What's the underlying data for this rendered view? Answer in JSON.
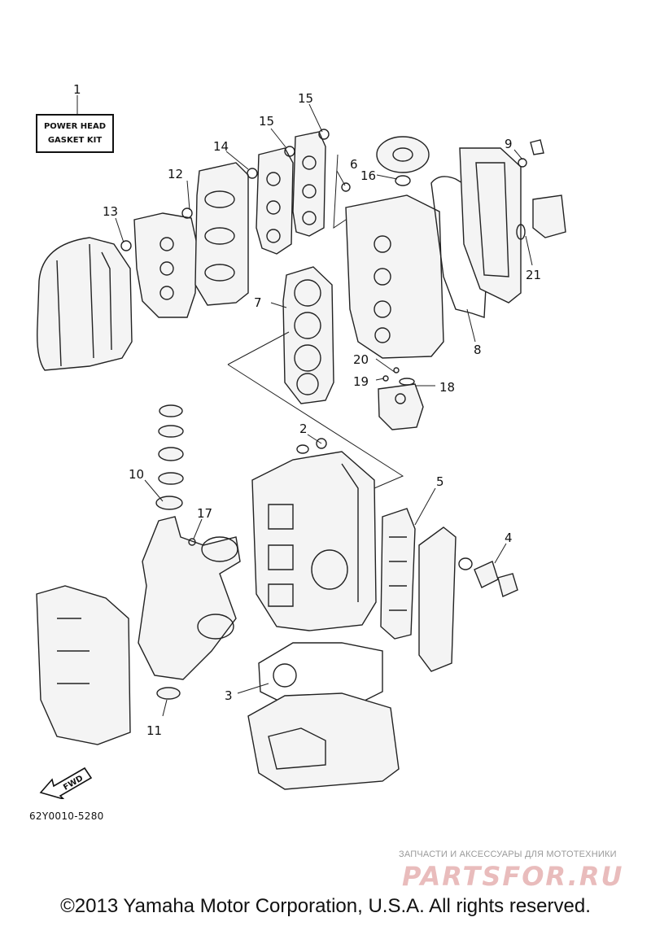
{
  "kit_box": {
    "line1": "POWER HEAD",
    "line2": "GASKET KIT"
  },
  "callouts": [
    {
      "id": "c1",
      "label": "1"
    },
    {
      "id": "c2",
      "label": "2"
    },
    {
      "id": "c3",
      "label": "3"
    },
    {
      "id": "c4",
      "label": "4"
    },
    {
      "id": "c5",
      "label": "5"
    },
    {
      "id": "c6",
      "label": "6"
    },
    {
      "id": "c7",
      "label": "7"
    },
    {
      "id": "c8",
      "label": "8"
    },
    {
      "id": "c9",
      "label": "9"
    },
    {
      "id": "c10",
      "label": "10"
    },
    {
      "id": "c11",
      "label": "11"
    },
    {
      "id": "c12",
      "label": "12"
    },
    {
      "id": "c13",
      "label": "13"
    },
    {
      "id": "c14",
      "label": "14"
    },
    {
      "id": "c15a",
      "label": "15"
    },
    {
      "id": "c15b",
      "label": "15"
    },
    {
      "id": "c16",
      "label": "16"
    },
    {
      "id": "c17",
      "label": "17"
    },
    {
      "id": "c18",
      "label": "18"
    },
    {
      "id": "c19",
      "label": "19"
    },
    {
      "id": "c20",
      "label": "20"
    },
    {
      "id": "c21",
      "label": "21"
    }
  ],
  "fwd_label": "FWD",
  "diagram_code": "62Y0010-5280",
  "watermark": {
    "tagline": "ЗАПЧАСТИ И АКСЕССУАРЫ ДЛЯ МОТОТЕХНИКИ",
    "logo": "PARTSFOR.RU"
  },
  "copyright": "©2013 Yamaha Motor Corporation, U.S.A. All rights reserved."
}
